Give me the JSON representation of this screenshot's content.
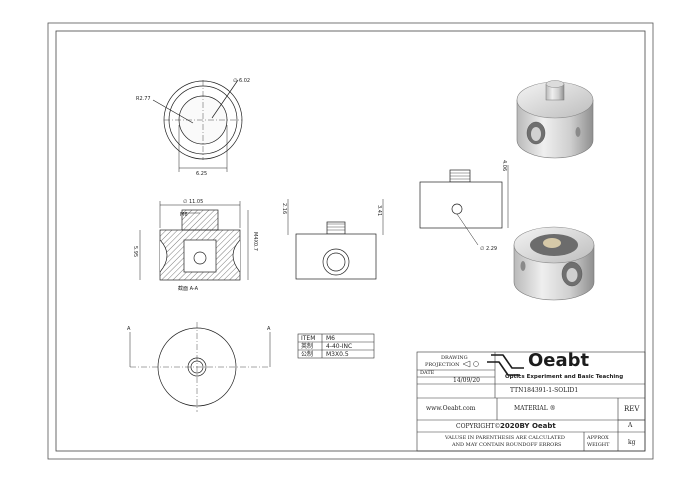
{
  "dimensions": {
    "top_view": {
      "radius": "R2.77",
      "diameter": "∅ 6.02",
      "width": "6.25"
    },
    "section_view": {
      "diameter": "∅ 11.05",
      "m6_label": "M6",
      "thread": "M4X0.7",
      "height": "5.95",
      "caption": "截面  A-A"
    },
    "front_view": {
      "left": "2.16",
      "right": "3.41"
    },
    "iso_view": {
      "height": "4.06",
      "hole": "∅ 2.29"
    },
    "bottom_view": {
      "label_left": "A",
      "label_right": "A"
    }
  },
  "spec_table": {
    "rows": [
      {
        "label": "ITEM",
        "value": "M6"
      },
      {
        "label": "英制",
        "value": "4-40-INC"
      },
      {
        "label": "公制",
        "value": "M3X0.5"
      }
    ]
  },
  "title_block": {
    "drawing_label": "DRAWING",
    "projection_label": "PROJECTION",
    "date_label": "DATE",
    "date": "14/09/20",
    "logo_text": "Oeabt",
    "tagline": "Optics Experiment and Basic Teaching",
    "part_number": "TTN184391-1-SOLID1",
    "website": "www.Oeabt.com",
    "material": "MATERIAL ®",
    "rev_label": "REV",
    "rev_value": "A",
    "copyright_label": "COPYRIGHT©",
    "copyright_text": "2020BY Oeabt",
    "note_line1": "VALUSE IN PARENTHESIS ARE CALCULATED",
    "note_line2": "AND MAY CONTAIN ROUNDOFF ERRORS",
    "approx_label": "APPROX",
    "weight_label": "WEIGHT",
    "unit": "kg"
  },
  "colors": {
    "line": "#222222",
    "shade": "#9a9a9a",
    "logo": "#1c1c1c"
  }
}
